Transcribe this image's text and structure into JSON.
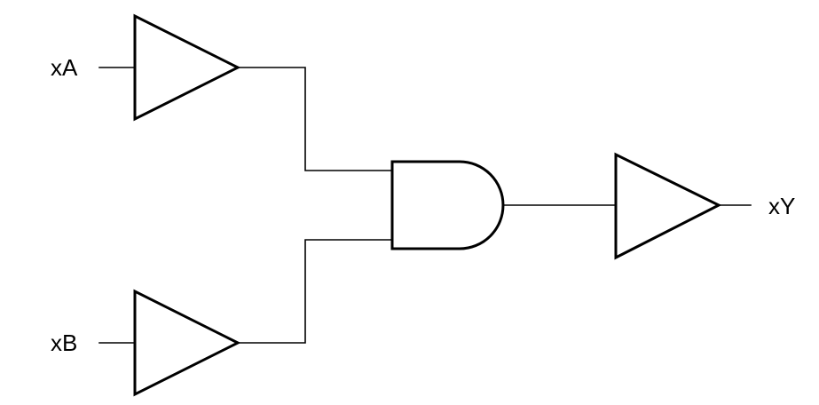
{
  "diagram": {
    "type": "logic-circuit",
    "inputs": [
      {
        "label": "xA",
        "gate": "buffer"
      },
      {
        "label": "xB",
        "gate": "buffer"
      }
    ],
    "combine_gate": "and",
    "output": {
      "label": "xY",
      "gate": "buffer"
    },
    "colors": {
      "stroke": "#000000",
      "background": "#ffffff"
    }
  }
}
